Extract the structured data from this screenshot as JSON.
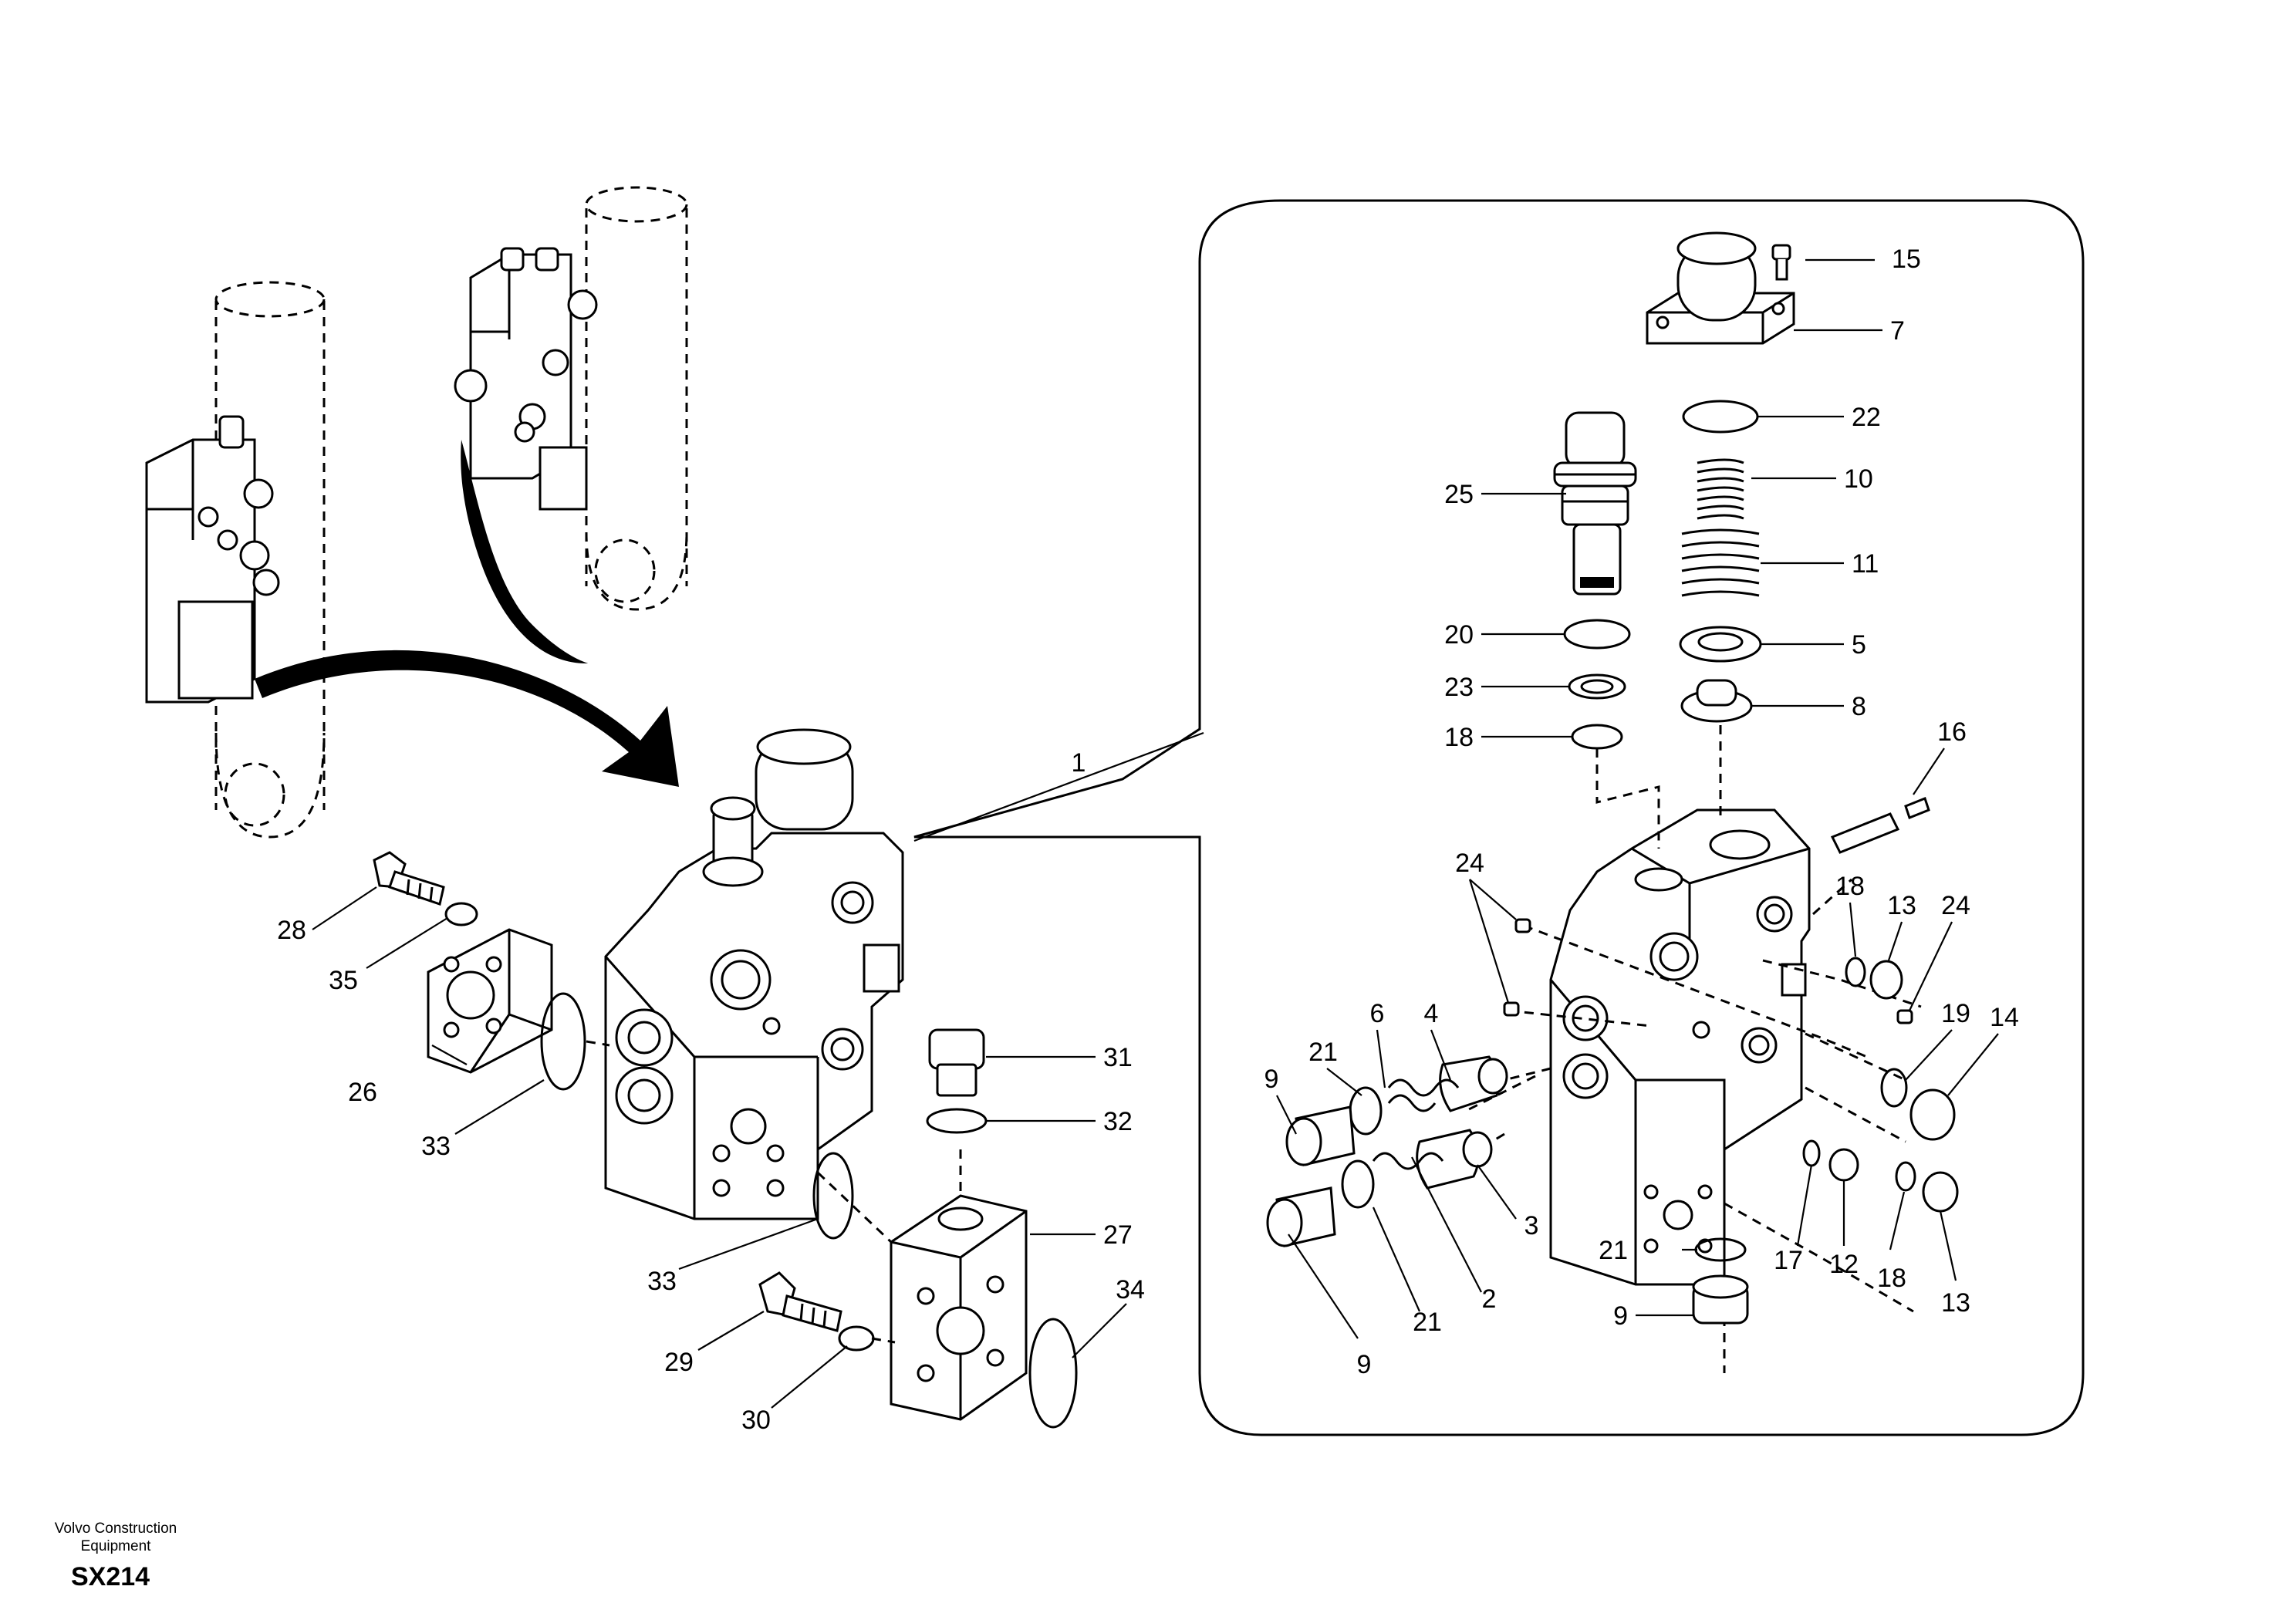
{
  "footer": {
    "company_line1": "Volvo Construction",
    "company_line2": "Equipment",
    "code": "SX214"
  },
  "callouts": [
    {
      "id": "c1",
      "text": "1"
    },
    {
      "id": "c15",
      "text": "15"
    },
    {
      "id": "c7",
      "text": "7"
    },
    {
      "id": "c22",
      "text": "22"
    },
    {
      "id": "c25",
      "text": "25"
    },
    {
      "id": "c10",
      "text": "10"
    },
    {
      "id": "c11",
      "text": "11"
    },
    {
      "id": "c20",
      "text": "20"
    },
    {
      "id": "c5",
      "text": "5"
    },
    {
      "id": "c23",
      "text": "23"
    },
    {
      "id": "c8",
      "text": "8"
    },
    {
      "id": "c18a",
      "text": "18"
    },
    {
      "id": "c16",
      "text": "16"
    },
    {
      "id": "c24a",
      "text": "24"
    },
    {
      "id": "c18b",
      "text": "18"
    },
    {
      "id": "c13a",
      "text": "13"
    },
    {
      "id": "c24b",
      "text": "24"
    },
    {
      "id": "c19",
      "text": "19"
    },
    {
      "id": "c14",
      "text": "14"
    },
    {
      "id": "c6",
      "text": "6"
    },
    {
      "id": "c4",
      "text": "4"
    },
    {
      "id": "c21a",
      "text": "21"
    },
    {
      "id": "c9a",
      "text": "9"
    },
    {
      "id": "c3",
      "text": "3"
    },
    {
      "id": "c2",
      "text": "2"
    },
    {
      "id": "c21b",
      "text": "21"
    },
    {
      "id": "c9b",
      "text": "9"
    },
    {
      "id": "c21c",
      "text": "21"
    },
    {
      "id": "c9c",
      "text": "9"
    },
    {
      "id": "c17",
      "text": "17"
    },
    {
      "id": "c12",
      "text": "12"
    },
    {
      "id": "c18c",
      "text": "18"
    },
    {
      "id": "c13b",
      "text": "13"
    },
    {
      "id": "c28",
      "text": "28"
    },
    {
      "id": "c35",
      "text": "35"
    },
    {
      "id": "c26",
      "text": "26"
    },
    {
      "id": "c33a",
      "text": "33"
    },
    {
      "id": "c31",
      "text": "31"
    },
    {
      "id": "c32",
      "text": "32"
    },
    {
      "id": "c27",
      "text": "27"
    },
    {
      "id": "c33b",
      "text": "33"
    },
    {
      "id": "c29",
      "text": "29"
    },
    {
      "id": "c34",
      "text": "34"
    },
    {
      "id": "c30",
      "text": "30"
    }
  ]
}
